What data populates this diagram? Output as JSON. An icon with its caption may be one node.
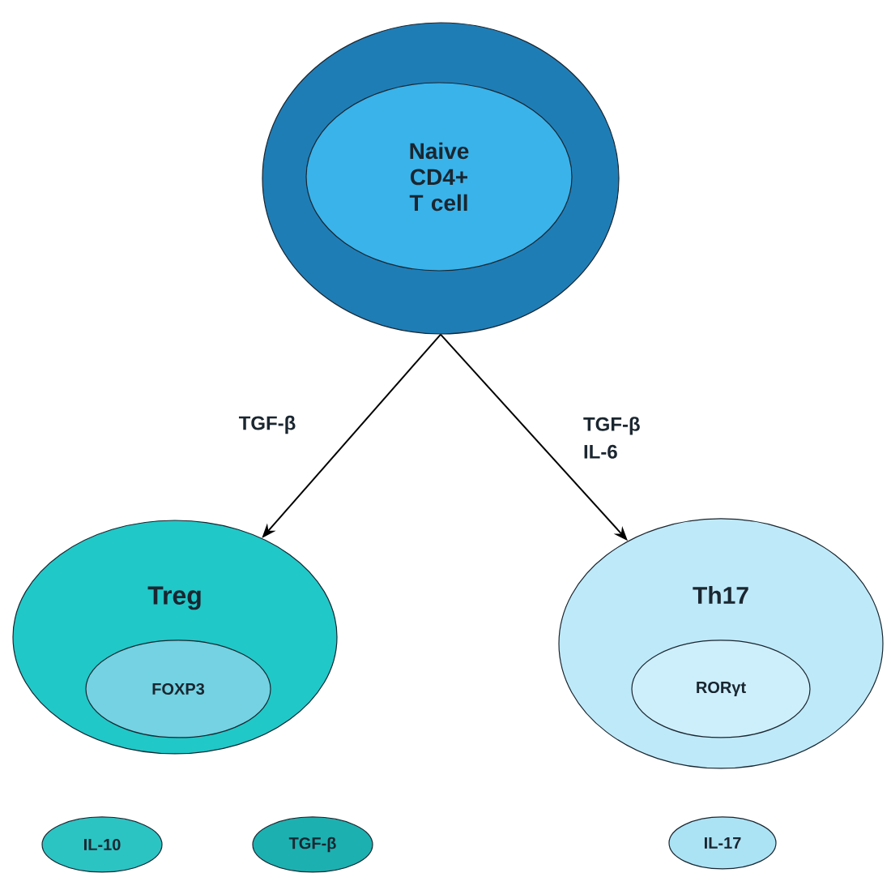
{
  "diagram": {
    "nodes": [
      {
        "text": [],
        "shape": "circle"
      },
      {
        "text": [
          "Naive CD4+ T cell"
        ],
        "in": 0
      },
      {
        "text": [
          "Treg"
        ]
      },
      {
        "text": [
          "FOXP3"
        ],
        "in": 2
      },
      {
        "text": [
          "Th17"
        ]
      },
      {
        "text": [
          "RORγt"
        ],
        "in": 4
      },
      {
        "text": [
          "IL-10"
        ]
      },
      {
        "text": [
          "TGF-β"
        ]
      },
      {
        "text": [
          "IL-17"
        ]
      }
    ],
    "edges": [
      {
        "from": 0,
        "to": 2,
        "arrow": "to",
        "label": "TGF-β"
      },
      {
        "from": 0,
        "to": 4,
        "arrow": "to",
        "label": "TGF-β IL-6"
      }
    ]
  }
}
